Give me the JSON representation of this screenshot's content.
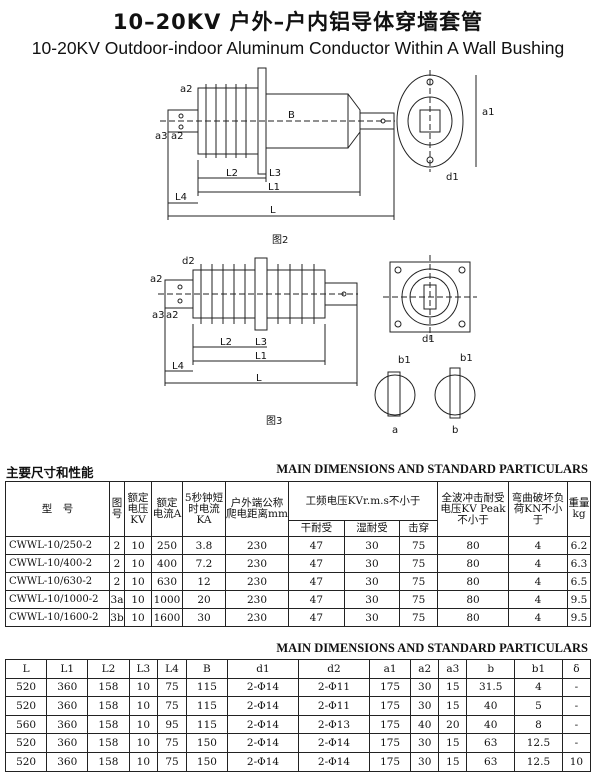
{
  "header": {
    "title_cn": "10–20KV 户外–户内铝导体穿墙套管",
    "title_en": "10-20KV Outdoor-indoor Aluminum Conductor Within A Wall Bushing"
  },
  "figures": {
    "fig2": {
      "caption": "图2",
      "dims": [
        "a2",
        "a3",
        "a2",
        "L2",
        "L3",
        "L1",
        "L4",
        "L",
        "B",
        "a1",
        "d1"
      ]
    },
    "fig3": {
      "caption": "图3",
      "dims": [
        "a2",
        "d2",
        "a3",
        "a2",
        "L2",
        "L3",
        "L1",
        "L4",
        "L",
        "d1",
        "b1",
        "b1",
        "a",
        "b"
      ]
    }
  },
  "section1": {
    "title_cn": "主要尺寸和性能",
    "title_en": "MAIN DIMENSIONS AND STANDARD PARTICULARS",
    "headers": {
      "model": "型　号",
      "fig": "图号",
      "voltage": "额定电压KV",
      "current": "额定电流A",
      "short_current": "5秒钟短时电流KA",
      "creepage": "户外端公称爬电距离mm",
      "freq_voltage": "工频电压KVr.m.s不小于",
      "dry": "干耐受",
      "wet": "湿耐受",
      "breakdown": "击穿",
      "impulse": "全波冲击耐受电压KV Peak不小于",
      "bending": "弯曲破坏负荷KN不小于",
      "weight": "重量kg"
    },
    "rows": [
      [
        "CWWL-10/250-2",
        "2",
        "10",
        "250",
        "3.8",
        "230",
        "47",
        "30",
        "75",
        "80",
        "4",
        "6.2"
      ],
      [
        "CWWL-10/400-2",
        "2",
        "10",
        "400",
        "7.2",
        "230",
        "47",
        "30",
        "75",
        "80",
        "4",
        "6.3"
      ],
      [
        "CWWL-10/630-2",
        "2",
        "10",
        "630",
        "12",
        "230",
        "47",
        "30",
        "75",
        "80",
        "4",
        "6.5"
      ],
      [
        "CWWL-10/1000-2",
        "3a",
        "10",
        "1000",
        "20",
        "230",
        "47",
        "30",
        "75",
        "80",
        "4",
        "9.5"
      ],
      [
        "CWWL-10/1600-2",
        "3b",
        "10",
        "1600",
        "30",
        "230",
        "47",
        "30",
        "75",
        "80",
        "4",
        "9.5"
      ]
    ]
  },
  "section2": {
    "title_en": "MAIN DIMENSIONS AND STANDARD PARTICULARS",
    "headers": [
      "L",
      "L1",
      "L2",
      "L3",
      "L4",
      "B",
      "d1",
      "d2",
      "a1",
      "a2",
      "a3",
      "b",
      "b1",
      "δ"
    ],
    "rows": [
      [
        "520",
        "360",
        "158",
        "10",
        "75",
        "115",
        "2-Φ14",
        "2-Φ11",
        "175",
        "30",
        "15",
        "31.5",
        "4",
        "-"
      ],
      [
        "520",
        "360",
        "158",
        "10",
        "75",
        "115",
        "2-Φ14",
        "2-Φ11",
        "175",
        "30",
        "15",
        "40",
        "5",
        "-"
      ],
      [
        "560",
        "360",
        "158",
        "10",
        "95",
        "115",
        "2-Φ14",
        "2-Φ13",
        "175",
        "40",
        "20",
        "40",
        "8",
        "-"
      ],
      [
        "520",
        "360",
        "158",
        "10",
        "75",
        "150",
        "2-Φ14",
        "2-Φ14",
        "175",
        "30",
        "15",
        "63",
        "12.5",
        "-"
      ],
      [
        "520",
        "360",
        "158",
        "10",
        "75",
        "150",
        "2-Φ14",
        "2-Φ14",
        "175",
        "30",
        "15",
        "63",
        "12.5",
        "10"
      ]
    ]
  }
}
